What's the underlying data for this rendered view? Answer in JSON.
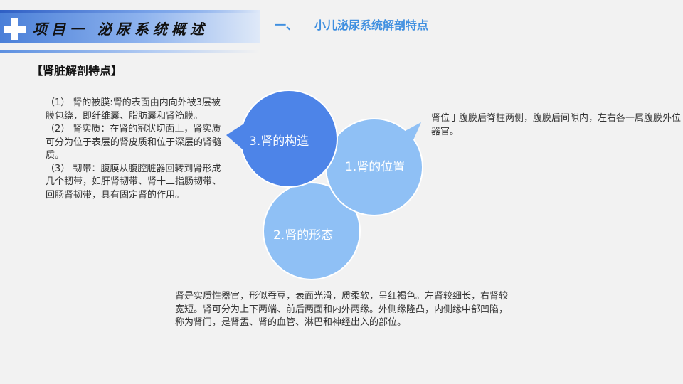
{
  "header": {
    "unit_title": "项目一  泌尿系统概述",
    "section_number": "一、",
    "section_title": "小儿泌尿系统解剖特点"
  },
  "sub_heading": "【肾脏解剖特点】",
  "left_text": [
    "（1） 肾的被膜:肾的表面由内向外被3层被膜包绕，即纤维囊、脂肪囊和肾筋膜。",
    "（2） 肾实质：在肾的冠状切面上，肾实质可分为位于表层的肾皮质和位于深层的肾髓质。",
    "（3） 韧带：腹膜从腹腔脏器回转到肾形成几个韧带，如肝肾韧带、肾十二指肠韧带、回肠肾韧带，具有固定肾的作用。"
  ],
  "right_text": "肾位于腹膜后脊柱两侧，腹膜后间隙内，左右各一属腹膜外位器官。",
  "bottom_text": "肾是实质性器官，形似蚕豆，表面光滑，质柔软，呈红褐色。左肾较细长，右肾较宽短。肾可分为上下两端、前后两面和内外两缘。外侧缘隆凸，内侧缘中部凹陷，称为肾门，是肾盂、肾的血管、淋巴和神经出入的部位。",
  "bubbles": {
    "structure": "3.肾的构造",
    "position": "1.肾的位置",
    "shape": "2.肾的形态"
  },
  "colors": {
    "bubble_structure": "#4d84e8",
    "bubble_position": "#8fc0f5",
    "bubble_shape": "#8fc0f5",
    "section_title": "#3f8fe0"
  }
}
